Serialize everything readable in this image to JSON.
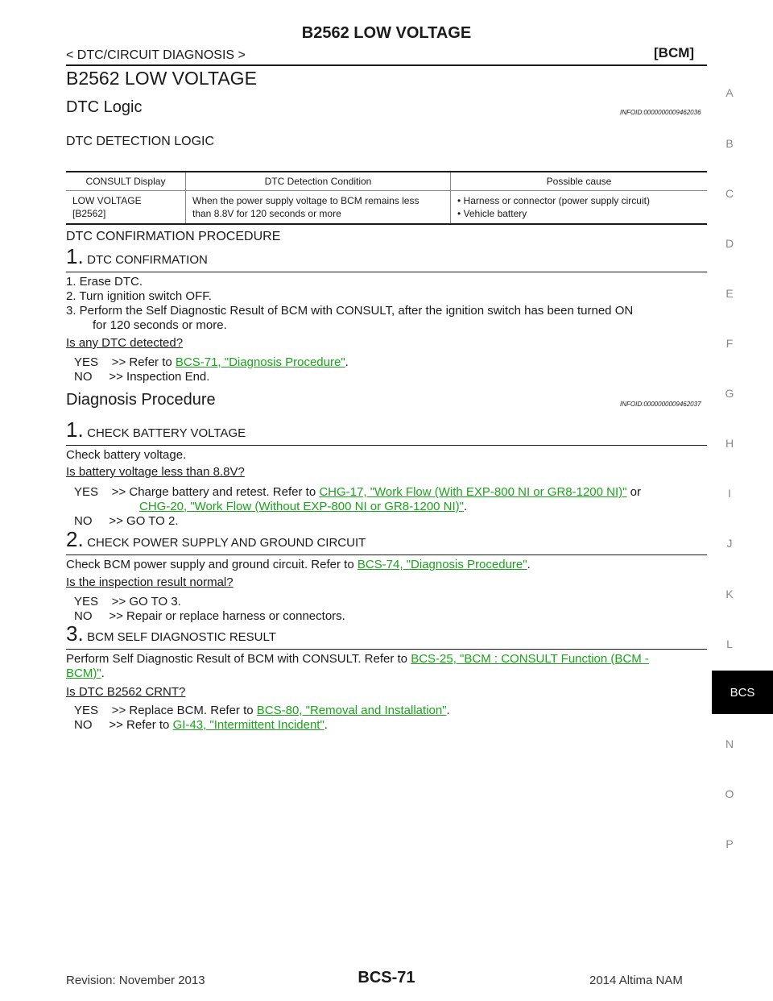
{
  "header": {
    "title": "B2562 LOW VOLTAGE",
    "breadcrumb": "< DTC/CIRCUIT DIAGNOSIS >",
    "section": "[BCM]"
  },
  "page_title": "B2562 LOW VOLTAGE",
  "dtc_logic": {
    "heading": "DTC Logic",
    "infoid": "INFOID:0000000009462036",
    "detection_heading": "DTC DETECTION LOGIC",
    "table": {
      "headers": [
        "CONSULT Display",
        "DTC Detection Condition",
        "Possible cause"
      ],
      "row": {
        "display_1": "LOW VOLTAGE",
        "display_2": "[B2562]",
        "condition_1": "When the power supply voltage to BCM remains less",
        "condition_2": "than 8.8V for 120 seconds or more",
        "cause_1": "• Harness or connector (power supply circuit)",
        "cause_2": "• Vehicle battery"
      }
    },
    "confirmation_heading": "DTC CONFIRMATION PROCEDURE",
    "step1": {
      "num": "1.",
      "title": "DTC CONFIRMATION",
      "items": [
        "1.  Erase DTC.",
        "2.  Turn ignition switch OFF.",
        "3.  Perform the Self Diagnostic Result of BCM with CONSULT, after the ignition switch has been turned ON",
        "for 120 seconds or more."
      ],
      "question": "Is any DTC detected?",
      "yes_prefix": "YES    >> Refer to ",
      "yes_link": "BCS-71, \"Diagnosis Procedure\"",
      "yes_suffix": ".",
      "no": "NO     >> Inspection End."
    }
  },
  "diagnosis": {
    "heading": "Diagnosis Procedure",
    "infoid": "INFOID:0000000009462037",
    "step1": {
      "num": "1.",
      "title": "CHECK BATTERY VOLTAGE",
      "text": "Check battery voltage.",
      "question": "Is battery voltage less than 8.8V?",
      "yes_prefix": "YES    >> Charge battery and retest. Refer to ",
      "yes_link1": "CHG-17, \"Work Flow (With EXP-800 NI or GR8-1200 NI)\"",
      "yes_mid": " or",
      "yes_link2": "CHG-20, \"Work Flow (Without EXP-800 NI or GR8-1200 NI)\"",
      "yes_suffix": ".",
      "no": "NO     >> GO TO 2."
    },
    "step2": {
      "num": "2.",
      "title": "CHECK POWER SUPPLY AND GROUND CIRCUIT",
      "text_prefix": "Check BCM power supply and ground circuit. Refer to ",
      "text_link": "BCS-74, \"Diagnosis Procedure\"",
      "text_suffix": ".",
      "question": "Is the inspection result normal?",
      "yes": "YES    >> GO TO 3.",
      "no": "NO     >> Repair or replace harness or connectors."
    },
    "step3": {
      "num": "3.",
      "title": "BCM SELF DIAGNOSTIC RESULT",
      "text_prefix": "Perform Self Diagnostic Result of BCM with CONSULT. Refer to ",
      "text_link1": "BCS-25, \"BCM : CONSULT Function (BCM -",
      "text_link2": "BCM)\"",
      "text_suffix": ".",
      "question": "Is DTC B2562 CRNT?",
      "yes_prefix": "YES    >> Replace BCM. Refer to ",
      "yes_link": "BCS-80, \"Removal and Installation\"",
      "yes_suffix": ".",
      "no_prefix": "NO     >> Refer to ",
      "no_link": "GI-43, \"Intermittent Incident\"",
      "no_suffix": "."
    }
  },
  "side_index": [
    "A",
    "B",
    "C",
    "D",
    "E",
    "F",
    "G",
    "H",
    "I",
    "J",
    "K",
    "L",
    "N",
    "O",
    "P"
  ],
  "side_active": "BCS",
  "footer": {
    "revision": "Revision: November 2013",
    "page": "BCS-71",
    "model": "2014 Altima NAM"
  }
}
